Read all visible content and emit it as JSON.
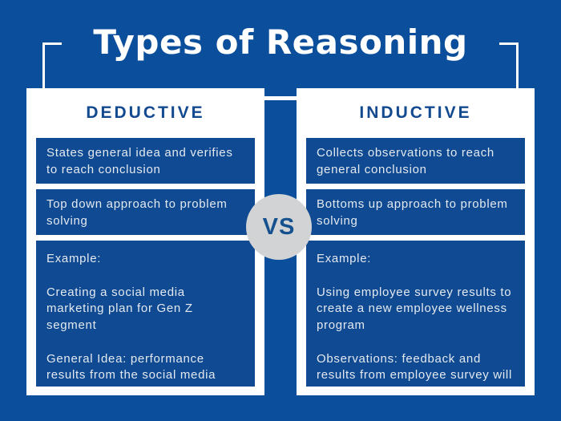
{
  "title": "Types of Reasoning",
  "vs_label": "VS",
  "colors": {
    "background": "#0b4e9b",
    "card": "#ffffff",
    "inner_box": "#0f4a92",
    "header_text": "#12498f",
    "body_text": "#e4e9f0",
    "vs_circle": "#d2d3d5"
  },
  "columns": {
    "deductive": {
      "header": "DEDUCTIVE",
      "point1": "States general idea and verifies to reach conclusion",
      "point2": "Top down approach to problem solving",
      "example_label": "Example:",
      "example_p1": "Creating a social media marketing plan for Gen Z segment",
      "example_p2": "General Idea: performance results from the social media campaign will determine if social media is the  best way to reach Gen Z'ers"
    },
    "inductive": {
      "header": "INDUCTIVE",
      "point1": "Collects observations to reach general conclusion",
      "point2": "Bottoms up approach to problem solving",
      "example_label": "Example:",
      "example_p1": "Using employee survey results to create a new employee wellness program",
      "example_p2": "Observations: feedback and results from employee survey will inform what wellness program to create"
    }
  }
}
